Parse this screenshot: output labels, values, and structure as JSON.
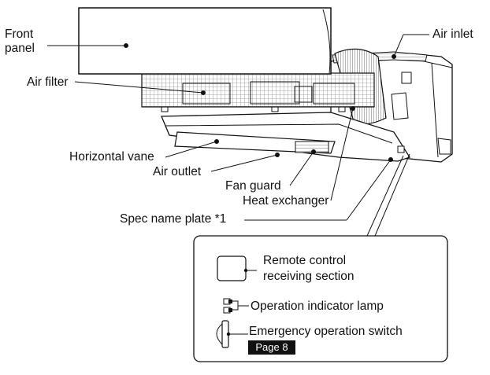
{
  "labels": {
    "front_panel_line1": "Front",
    "front_panel_line2": "panel",
    "air_inlet": "Air inlet",
    "air_filter": "Air filter",
    "horizontal_vane": "Horizontal vane",
    "air_outlet": "Air outlet",
    "fan_guard": "Fan guard",
    "heat_exchanger": "Heat exchanger",
    "spec_name_plate": "Spec name plate *1"
  },
  "detail_box": {
    "remote_line1": "Remote control",
    "remote_line2": "receiving section",
    "operation_lamp": "Operation indicator lamp",
    "emergency_switch": "Emergency operation switch",
    "page_ref": "Page 8"
  }
}
